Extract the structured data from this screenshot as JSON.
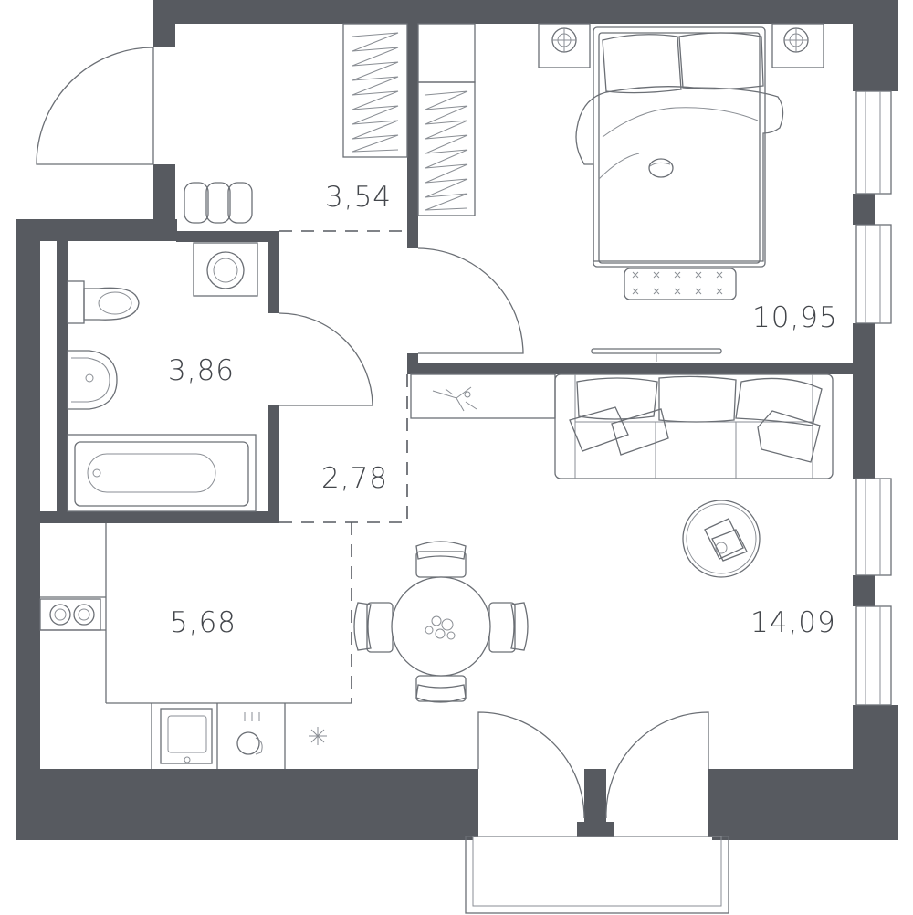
{
  "rooms": {
    "hall": {
      "area": "3,54"
    },
    "bedroom": {
      "area": "10,95"
    },
    "bathroom": {
      "area": "3,86"
    },
    "corridor": {
      "area": "2,78"
    },
    "kitchen": {
      "area": "5,68"
    },
    "living": {
      "area": "14,09"
    }
  },
  "colors": {
    "wall": "#575a60",
    "line": "#6b6f75",
    "text": "#43464b",
    "background": "#ffffff"
  },
  "icons": [
    "door-swing-icon",
    "wardrobe-icon",
    "bed-icon",
    "nightstand-lamp-icon",
    "toilet-icon",
    "washbasin-icon",
    "bathtub-icon",
    "washing-machine-icon",
    "stove-icon",
    "sink-icon",
    "dishwasher-icon",
    "sofa-icon",
    "dining-table-icon",
    "coffee-table-icon",
    "tv-icon",
    "window-icon",
    "balcony-icon"
  ]
}
